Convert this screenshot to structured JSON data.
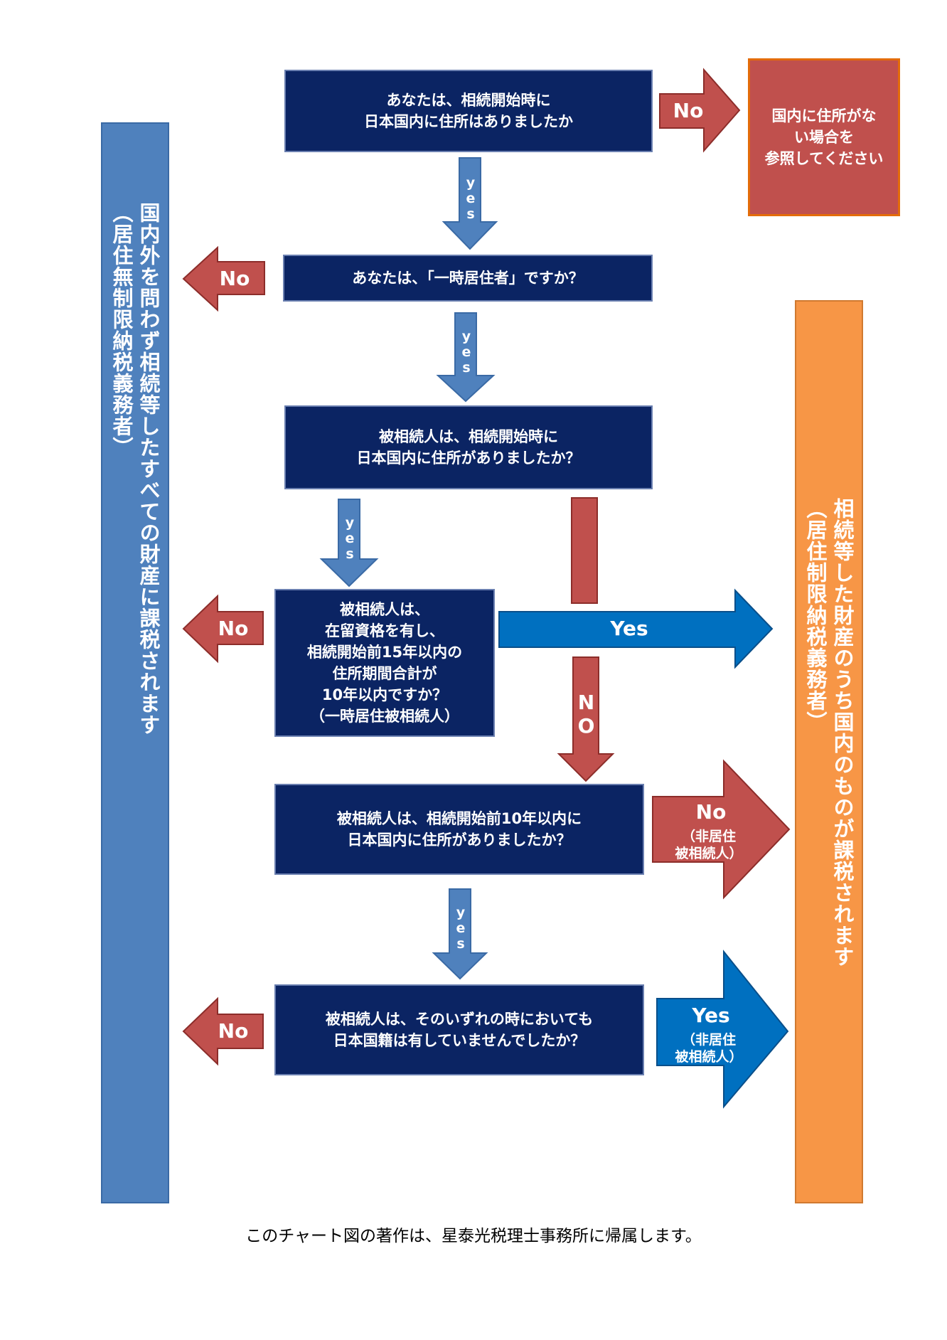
{
  "questions": {
    "q1": "あなたは、相続開始時に\n日本国内に住所はありましたか",
    "q2": "あなたは、「一時居住者」ですか？",
    "q3": "被相続人は、相続開始時に\n日本国内に住所がありましたか？",
    "q4": "被相続人は、\n在留資格を有し、\n相続開始前15年以内の\n住所期間合計が\n10年以内ですか？\n（一時居住被相続人）",
    "q5": "被相続人は、相続開始前10年以内に\n日本国内に住所がありましたか？",
    "q6": "被相続人は、そのいずれの時においても\n日本国籍は有していませんでしたか？"
  },
  "outcome_no_address": "国内に住所がな\nい場合を\n参照してください",
  "left_bar": {
    "line1": "国内外を問わず相続等したすべての財産に課税されます",
    "line2": "（居住無制限納税義務者）"
  },
  "right_bar": {
    "line1": "相続等した財産のうち国内のものが課税されます",
    "line2": "（居住制限納税義務者）"
  },
  "labels": {
    "no": "No",
    "yes": "Yes",
    "yes_vertical": "yes",
    "no_vertical": "NO",
    "non_resident_decedent": "（非居住\n被相続人）"
  },
  "footer": "このチャート図の著作は、星泰光税理士事務所に帰属します。",
  "colors": {
    "navy": "#0b2463",
    "red": "#c0504d",
    "blue": "#4f81bd",
    "bright_blue": "#0070c0",
    "orange": "#f79646"
  }
}
